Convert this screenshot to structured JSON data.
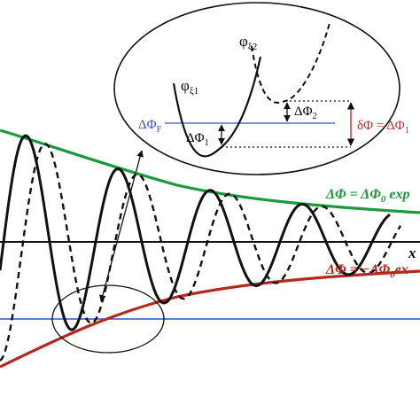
{
  "colors": {
    "upper_envelope": "#1a9a3a",
    "lower_envelope": "#b5281e",
    "fermi_line": "#2f53c9",
    "delta_phi_label": "#cc2a2a",
    "curve": "#111111"
  },
  "labels": {
    "x_axis": "x",
    "upper_envelope_left": "ΔΦ = ΔΦ",
    "upper_envelope_sub": "0",
    "upper_envelope_right": " exp",
    "lower_envelope_left": "ΔΦ = −ΔΦ",
    "lower_envelope_sub": "0",
    "lower_envelope_right": "ex",
    "inset_phi1": "φ",
    "inset_phi1_sub": "ξ1",
    "inset_phi2": "φ",
    "inset_phi2_sub": "ξ2",
    "inset_fermi": "ΔΦ",
    "inset_fermi_sub": "F",
    "inset_dphi1": "ΔΦ",
    "inset_dphi1_sub": "1",
    "inset_dphi2": "ΔΦ",
    "inset_dphi2_sub": "2",
    "inset_delta": "δΦ = ΔΦ",
    "inset_delta_sub": "1"
  }
}
